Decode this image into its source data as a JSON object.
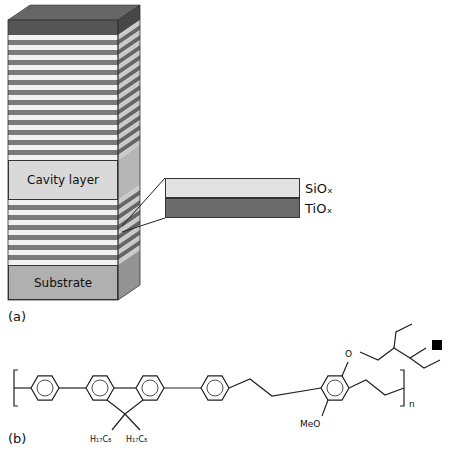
{
  "diagram": {
    "nodes": [
      {
        "text": [
          "Cavity layer"
        ]
      },
      {
        "text": [
          "Substrate"
        ]
      },
      {
        "text": [
          "SiOₓ"
        ]
      },
      {
        "text": [
          "TiOₓ"
        ]
      }
    ],
    "labels": [
      "(a)",
      "(b)",
      "H₁₇C₈",
      "H₁₇C₈",
      "MeO",
      "O",
      "n"
    ]
  }
}
